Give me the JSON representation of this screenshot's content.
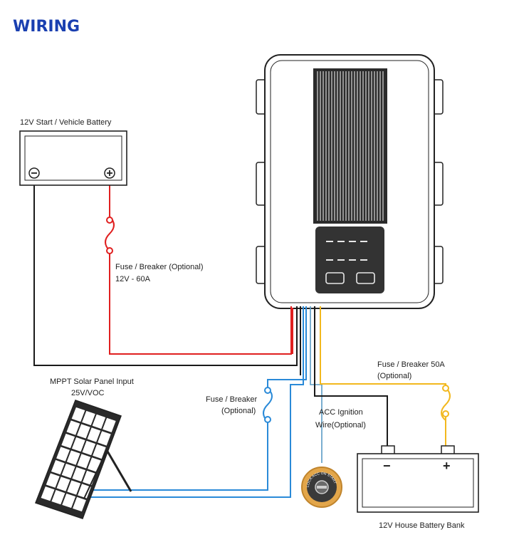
{
  "title": "WIRING",
  "labels": {
    "start_battery": "12V Start / Vehicle Battery",
    "fuse_top_line1": "Fuse / Breaker  (Optional)",
    "fuse_top_line2": "12V - 60A",
    "solar_line1": "MPPT Solar Panel Input",
    "solar_line2": "25V/VOC",
    "fuse_solar_line1": "Fuse / Breaker",
    "fuse_solar_line2": "(Optional)",
    "acc_line1": "ACC Ignition",
    "acc_line2": "Wire(Optional)",
    "fuse_house_line1": "Fuse / Breaker 50A",
    "fuse_house_line2": "(Optional)",
    "house_battery": "12V House Battery Bank",
    "ignition_key_text": "LOCK ACC ON START",
    "minus_sign": "−",
    "plus_sign": "+"
  },
  "colors": {
    "title": "#1a3fb0",
    "positive_wire": "#e02020",
    "negative_wire": "#1a1a1a",
    "solar_wire": "#2a8ad8",
    "house_wire": "#f2b81e",
    "acc_wire": "#555555",
    "outline": "#222222",
    "ignition": "#d99a3a"
  }
}
